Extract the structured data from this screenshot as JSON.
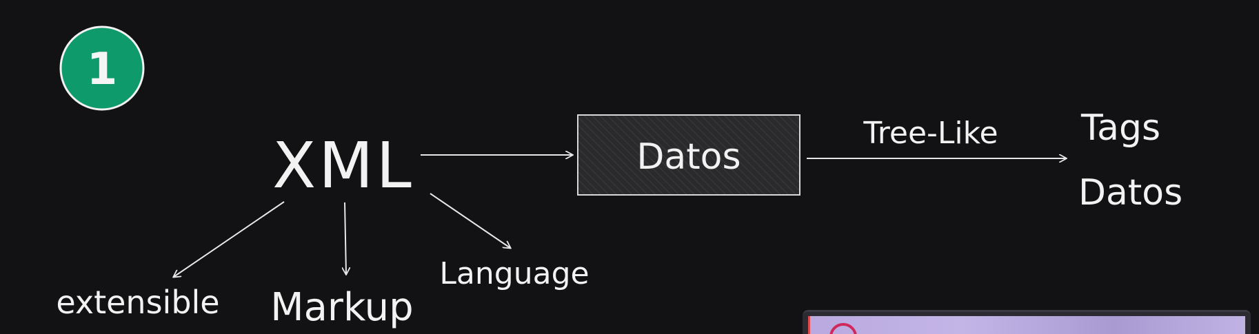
{
  "step": {
    "number": "1",
    "color": "#0e9a6a"
  },
  "root": {
    "label": "XML"
  },
  "acronym": {
    "first": "extensible",
    "second": "Markup",
    "third": "Language"
  },
  "data_box": {
    "label": "Datos"
  },
  "edge": {
    "label": "Tree-Like"
  },
  "result": {
    "line1": "Tags",
    "line2": "Datos"
  },
  "colors": {
    "background": "#121214",
    "stroke": "#e8e8e8",
    "box_fill": "#2a2a2c",
    "badge": "#0e9a6a"
  }
}
